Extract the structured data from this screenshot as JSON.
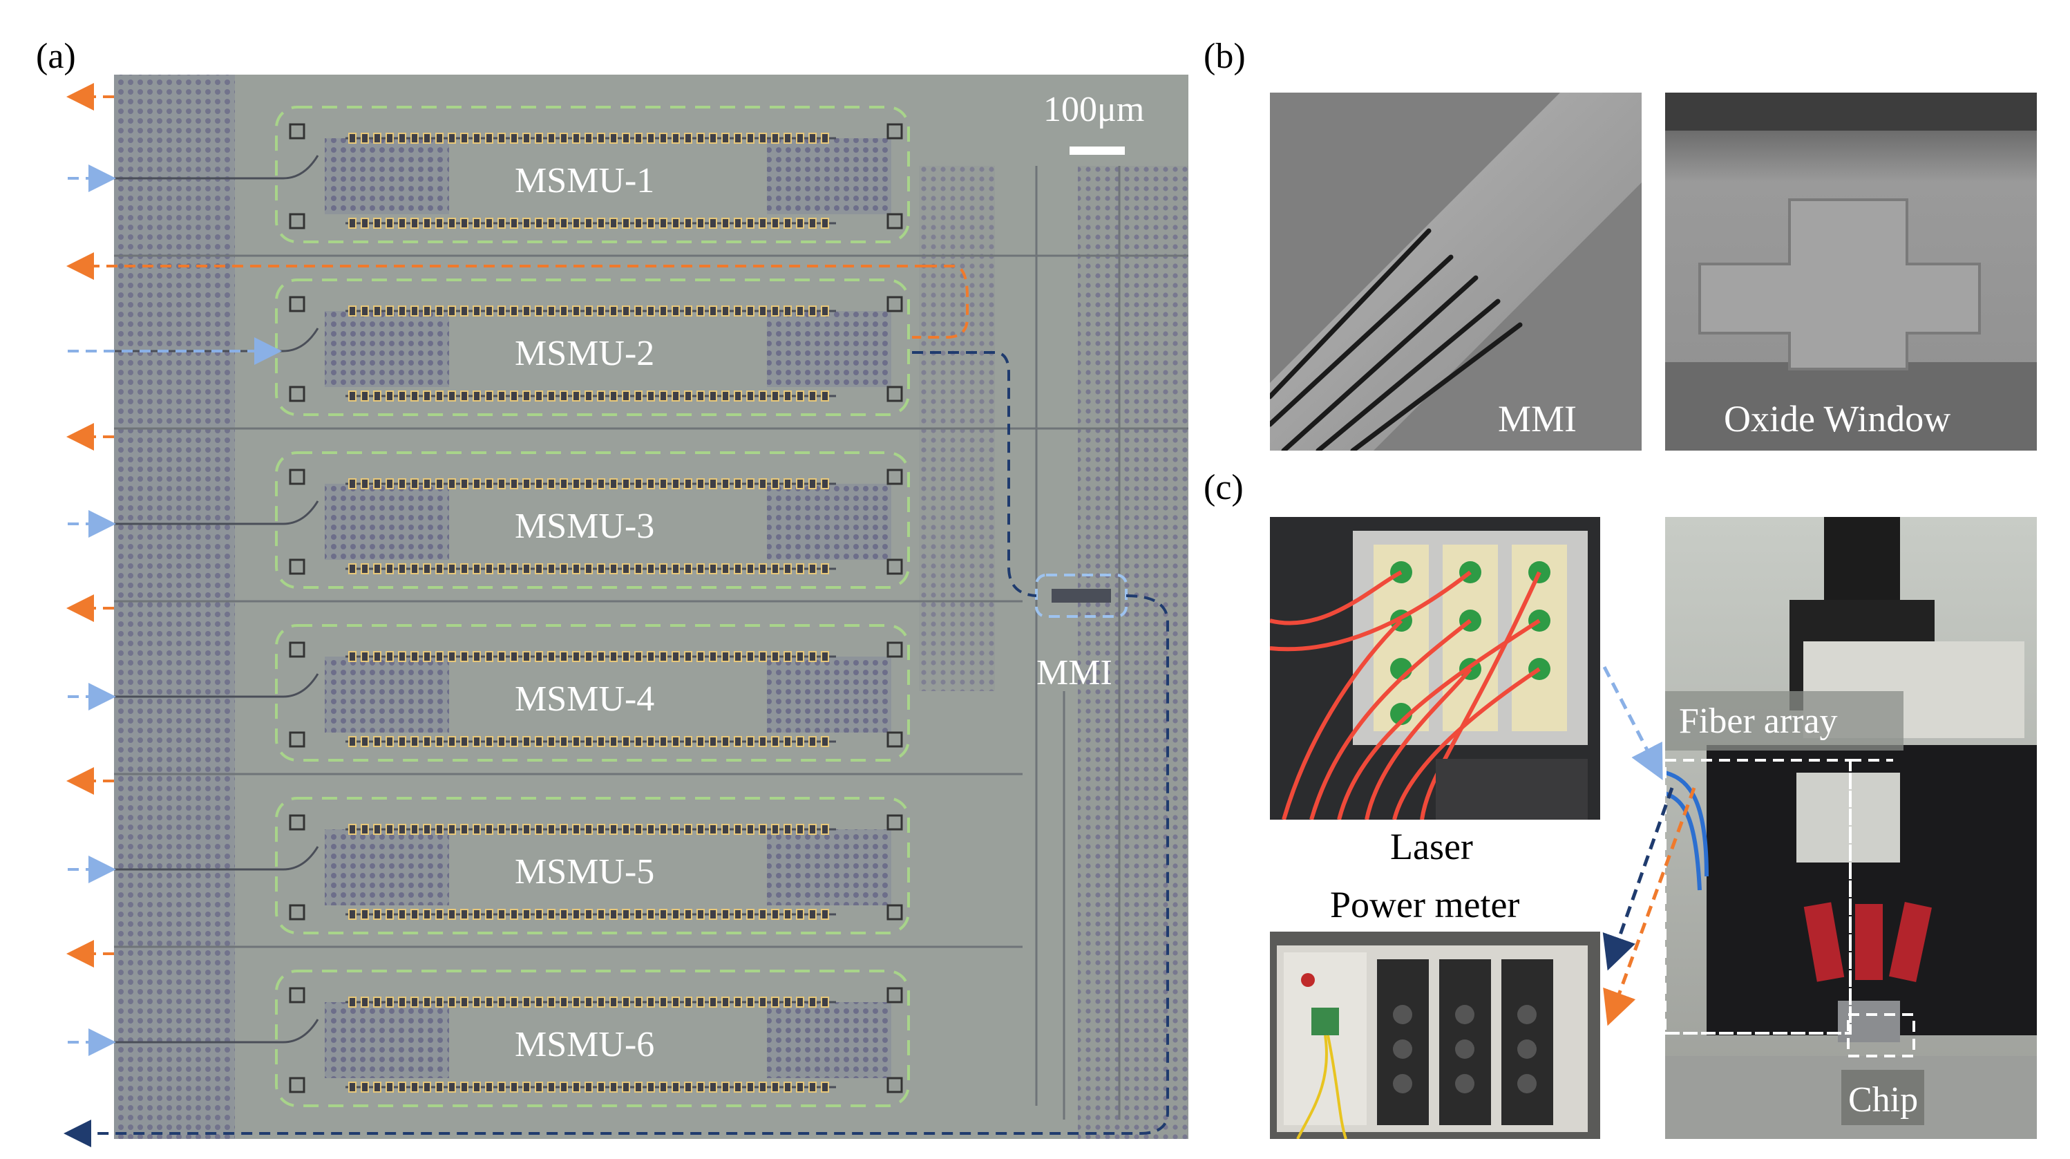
{
  "panels": {
    "a": "(a)",
    "b": "(b)",
    "c": "(c)"
  },
  "chip": {
    "scale_bar": "100μm",
    "units": [
      "MSMU-1",
      "MSMU-2",
      "MSMU-3",
      "MSMU-4",
      "MSMU-5",
      "MSMU-6"
    ],
    "mmi_label": "MMI",
    "colors": {
      "input_arrow": "#8ab0e6",
      "output_arrow": "#f07a2c",
      "combined_output": "#1f3b6e",
      "unit_box": "#a8d48a",
      "mmi_box": "#9ec3ef"
    }
  },
  "sem": {
    "left_label": "MMI",
    "right_label": "Oxide Window"
  },
  "setup": {
    "laser_label": "Laser",
    "power_meter_label": "Power meter",
    "fiber_array_label": "Fiber array",
    "chip_label": "Chip"
  }
}
